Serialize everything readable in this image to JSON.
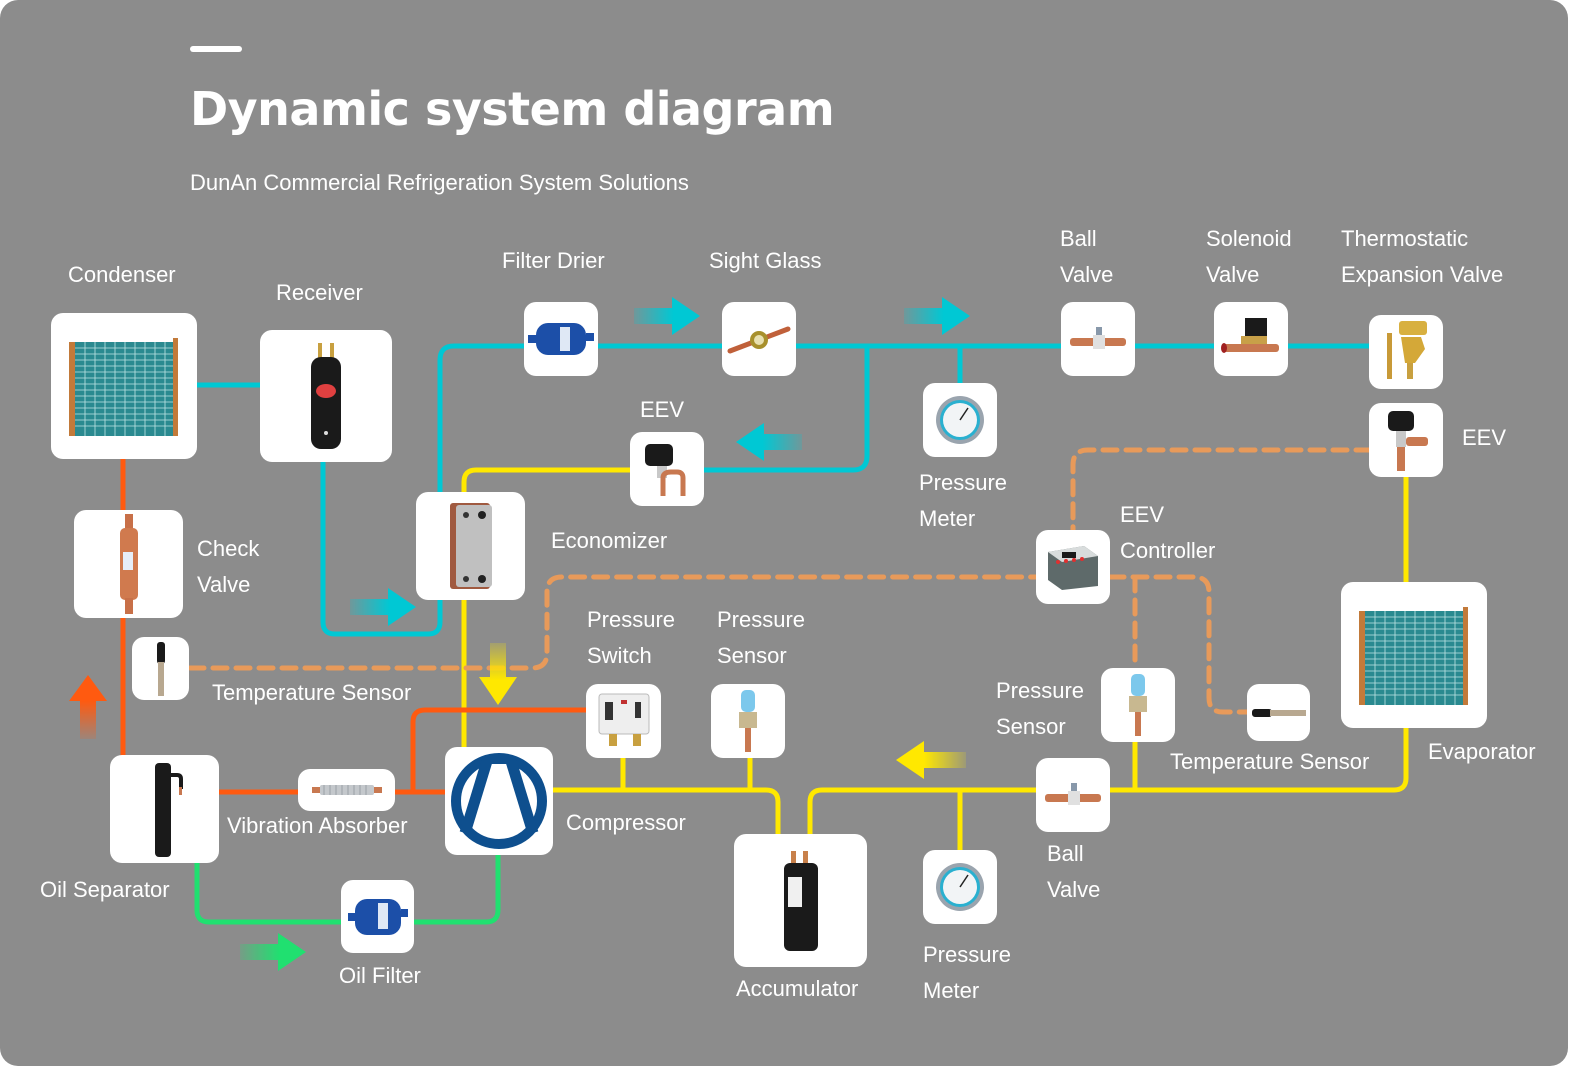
{
  "header": {
    "title": "Dynamic system diagram",
    "subtitle": "DunAn Commercial Refrigeration System Solutions"
  },
  "colors": {
    "background": "#8c8c8c",
    "liquid_line": "#00c8d4",
    "suction_line": "#ffe800",
    "discharge_line": "#ff5a10",
    "oil_line": "#20e070",
    "signal_line": "#e89a5a",
    "compressor_logo": "#0e4f8e"
  },
  "labels": {
    "condenser": "Condenser",
    "receiver": "Receiver",
    "filter_drier": "Filter Drier",
    "sight_glass": "Sight Glass",
    "ball_valve_top_1": "Ball",
    "ball_valve_top_2": "Valve",
    "solenoid_valve_1": "Solenoid",
    "solenoid_valve_2": "Valve",
    "txv_1": "Thermostatic",
    "txv_2": "Expansion Valve",
    "eev_top": "EEV",
    "eev_right": "EEV",
    "pressure_meter_top_1": "Pressure",
    "pressure_meter_top_2": "Meter",
    "eev_controller_1": "EEV",
    "eev_controller_2": "Controller",
    "economizer": "Economizer",
    "check_valve_1": "Check",
    "check_valve_2": "Valve",
    "temperature_sensor_left": "Temperature Sensor",
    "pressure_switch_1": "Pressure",
    "pressure_switch_2": "Switch",
    "pressure_sensor_mid_1": "Pressure",
    "pressure_sensor_mid_2": "Sensor",
    "pressure_sensor_right_1": "Pressure",
    "pressure_sensor_right_2": "Sensor",
    "temperature_sensor_right": "Temperature Sensor",
    "evaporator": "Evaporator",
    "oil_separator": "Oil Separator",
    "vibration_absorber": "Vibration Absorber",
    "compressor": "Compressor",
    "oil_filter": "Oil Filter",
    "accumulator": "Accumulator",
    "pressure_meter_bottom_1": "Pressure",
    "pressure_meter_bottom_2": "Meter",
    "ball_valve_bottom_1": "Ball",
    "ball_valve_bottom_2": "Valve"
  },
  "flow_arrows": [
    {
      "id": "liquid-right-1",
      "direction": "right",
      "line": "liquid"
    },
    {
      "id": "liquid-right-2",
      "direction": "right",
      "line": "liquid"
    },
    {
      "id": "liquid-left",
      "direction": "left",
      "line": "liquid"
    },
    {
      "id": "liquid-into-economizer",
      "direction": "right",
      "line": "liquid"
    },
    {
      "id": "suction-down",
      "direction": "down",
      "line": "suction"
    },
    {
      "id": "suction-left",
      "direction": "left",
      "line": "suction"
    },
    {
      "id": "discharge-up",
      "direction": "up",
      "line": "discharge"
    },
    {
      "id": "oil-right",
      "direction": "right",
      "line": "oil"
    }
  ]
}
